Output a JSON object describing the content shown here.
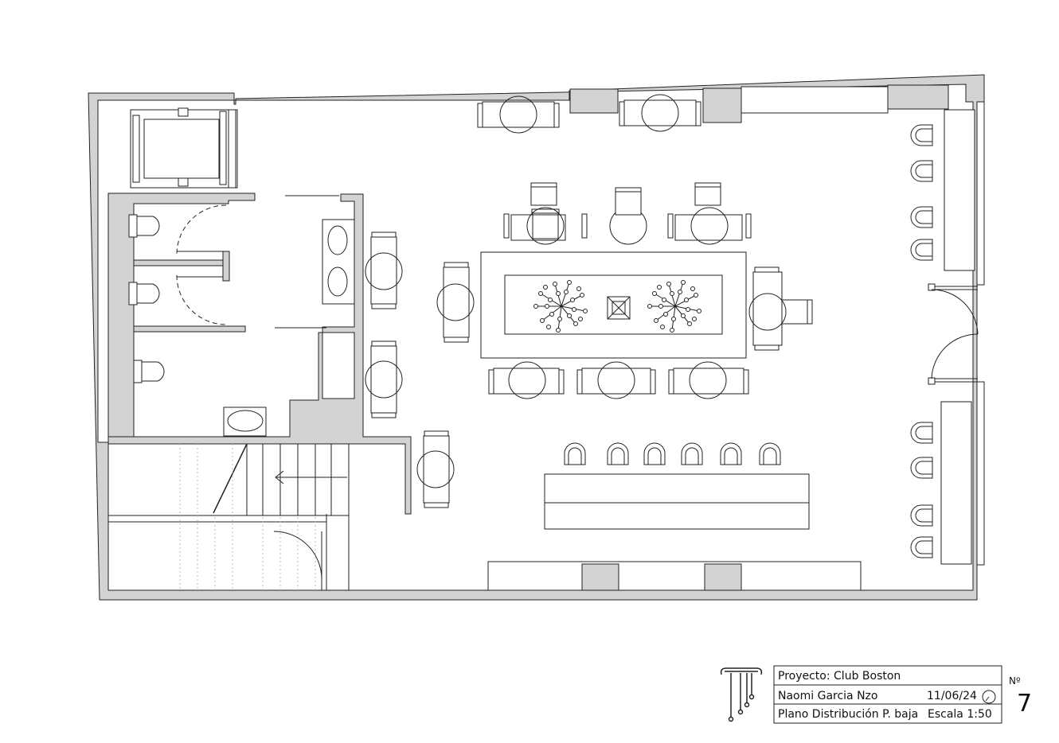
{
  "title_block": {
    "project": "Proyecto: Club Boston",
    "author": "Naomi Garcia Nzo",
    "date": "11/06/24",
    "drawing": "Plano Distribución P. baja",
    "scale": "Escala 1:50",
    "number_label": "Nº",
    "number": "7"
  },
  "colors": {
    "wall": "#d3d3d3",
    "line": "#222222"
  }
}
